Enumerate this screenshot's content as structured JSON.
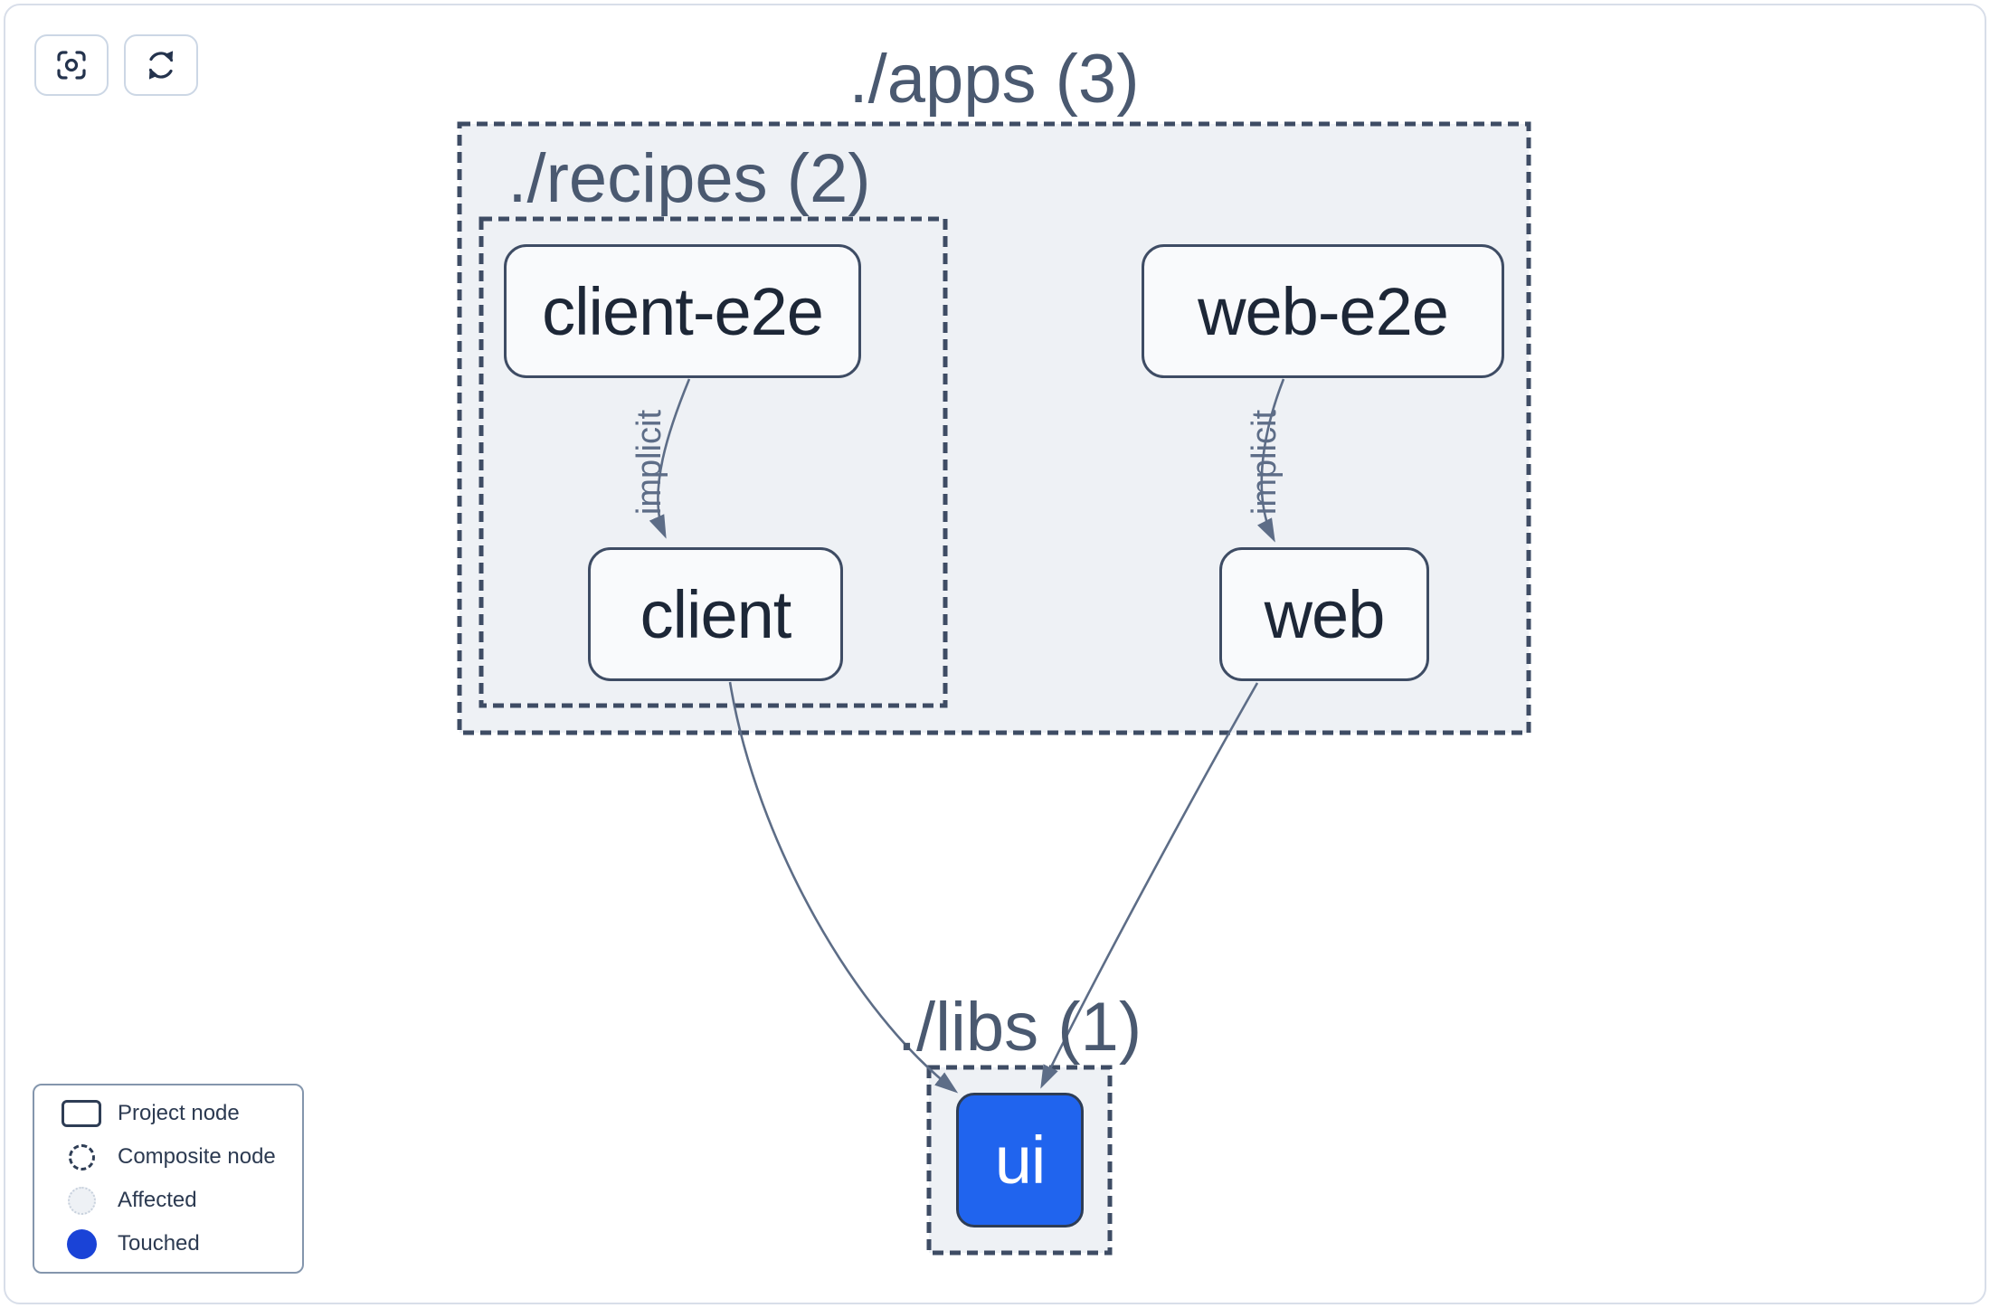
{
  "toolbar": {
    "buttons": [
      {
        "name": "focus",
        "icon": "crosshair-focus-icon"
      },
      {
        "name": "refresh",
        "icon": "refresh-icon"
      }
    ]
  },
  "graph": {
    "composite_nodes": [
      {
        "id": "apps",
        "label": "./apps (3)"
      },
      {
        "id": "recipes",
        "label": "./recipes (2)"
      },
      {
        "id": "libs",
        "label": "./libs (1)"
      }
    ],
    "project_nodes": [
      {
        "id": "client-e2e",
        "label": "client-e2e",
        "state": "normal"
      },
      {
        "id": "web-e2e",
        "label": "web-e2e",
        "state": "normal"
      },
      {
        "id": "client",
        "label": "client",
        "state": "normal"
      },
      {
        "id": "web",
        "label": "web",
        "state": "normal"
      },
      {
        "id": "ui",
        "label": "ui",
        "state": "touched"
      }
    ],
    "edges": [
      {
        "from": "client-e2e",
        "to": "client",
        "label": "implicit"
      },
      {
        "from": "web-e2e",
        "to": "web",
        "label": "implicit"
      },
      {
        "from": "client",
        "to": "ui",
        "label": ""
      },
      {
        "from": "web",
        "to": "ui",
        "label": ""
      }
    ]
  },
  "legend": {
    "items": [
      {
        "swatch": "project-node-outline",
        "label": "Project node"
      },
      {
        "swatch": "composite-node-dashed-circle",
        "label": "Composite node"
      },
      {
        "swatch": "affected-dotted-circle",
        "label": "Affected"
      },
      {
        "swatch": "touched-filled-circle",
        "label": "Touched"
      }
    ]
  },
  "colors": {
    "touched_blue": "#1a43d7",
    "touched_node_fill": "#2064ee",
    "edge": "#5d6d87",
    "node_border": "#3e4c64",
    "composite_fill": "#eef1f5",
    "composite_title_text": "#4a5970",
    "node_text": "#1d2737",
    "canvas_border": "#d8dee9"
  }
}
